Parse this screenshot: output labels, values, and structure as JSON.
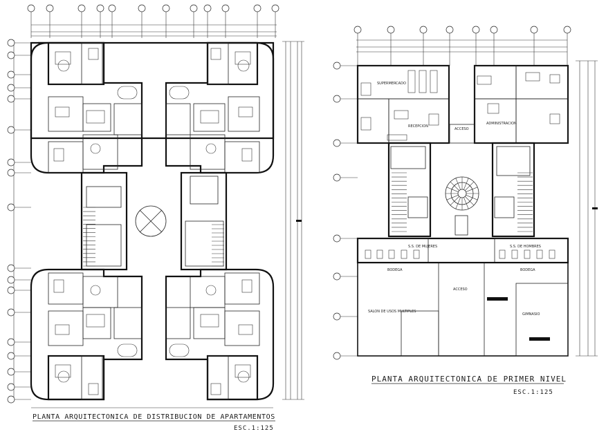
{
  "plan_left": {
    "title": "PLANTA ARQUITECTONICA DE DISTRIBUCION DE APARTAMENTOS",
    "scale": "ESC.1:125"
  },
  "plan_right": {
    "title": "PLANTA ARQUITECTONICA DE PRIMER NIVEL",
    "scale": "ESC.1:125",
    "rooms": {
      "supermercado": "SUPERMERCADO",
      "recepcion": "RECEPCION",
      "acceso_top": "ACCESO",
      "administracion": "ADMINISTRACION",
      "ss_mujeres": "S.S. DE MUJERES",
      "ss_hombres": "S.S. DE HOMBRES",
      "bodega_left": "BODEGA",
      "bodega_right": "BODEGA",
      "acceso_bottom": "ACCESO",
      "salon": "SALON DE USOS MULTIPLES",
      "gimnasio": "GIMNASIO"
    }
  }
}
